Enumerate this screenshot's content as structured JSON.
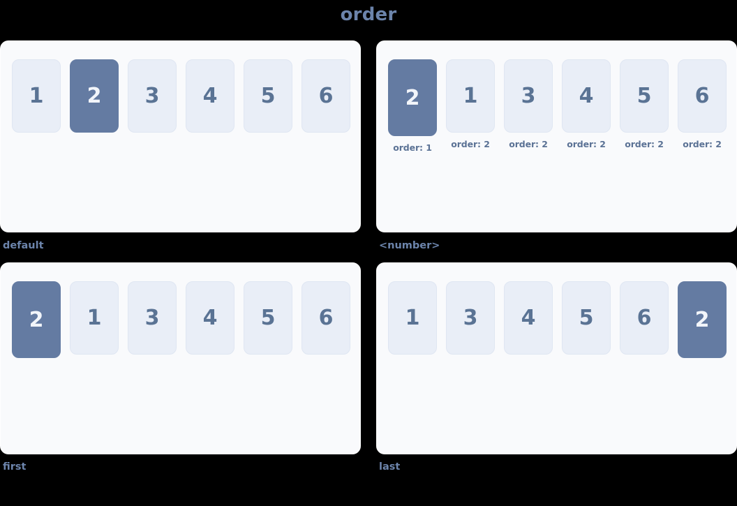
{
  "title": "order",
  "colors": {
    "background": "#000000",
    "panel_bg": "#f9fafc",
    "box_bg": "#e9eef7",
    "box_text": "#5a7394",
    "highlight_bg": "#647ba2",
    "highlight_text": "#f2f5fa",
    "caption": "#6c84ab",
    "label": "#5b7295"
  },
  "panels": [
    {
      "caption": "default",
      "show_order_labels": false,
      "items": [
        {
          "value": "1",
          "highlight": false
        },
        {
          "value": "2",
          "highlight": true
        },
        {
          "value": "3",
          "highlight": false
        },
        {
          "value": "4",
          "highlight": false
        },
        {
          "value": "5",
          "highlight": false
        },
        {
          "value": "6",
          "highlight": false
        }
      ]
    },
    {
      "caption": "<number>",
      "show_order_labels": true,
      "items": [
        {
          "value": "2",
          "highlight": true,
          "order_label": "order: 1"
        },
        {
          "value": "1",
          "highlight": false,
          "order_label": "order: 2"
        },
        {
          "value": "3",
          "highlight": false,
          "order_label": "order: 2"
        },
        {
          "value": "4",
          "highlight": false,
          "order_label": "order: 2"
        },
        {
          "value": "5",
          "highlight": false,
          "order_label": "order: 2"
        },
        {
          "value": "6",
          "highlight": false,
          "order_label": "order: 2"
        }
      ]
    },
    {
      "caption": "first",
      "show_order_labels": false,
      "items": [
        {
          "value": "2",
          "highlight": true
        },
        {
          "value": "1",
          "highlight": false
        },
        {
          "value": "3",
          "highlight": false
        },
        {
          "value": "4",
          "highlight": false
        },
        {
          "value": "5",
          "highlight": false
        },
        {
          "value": "6",
          "highlight": false
        }
      ]
    },
    {
      "caption": "last",
      "show_order_labels": false,
      "items": [
        {
          "value": "1",
          "highlight": false
        },
        {
          "value": "3",
          "highlight": false
        },
        {
          "value": "4",
          "highlight": false
        },
        {
          "value": "5",
          "highlight": false
        },
        {
          "value": "6",
          "highlight": false
        },
        {
          "value": "2",
          "highlight": true
        }
      ]
    }
  ]
}
